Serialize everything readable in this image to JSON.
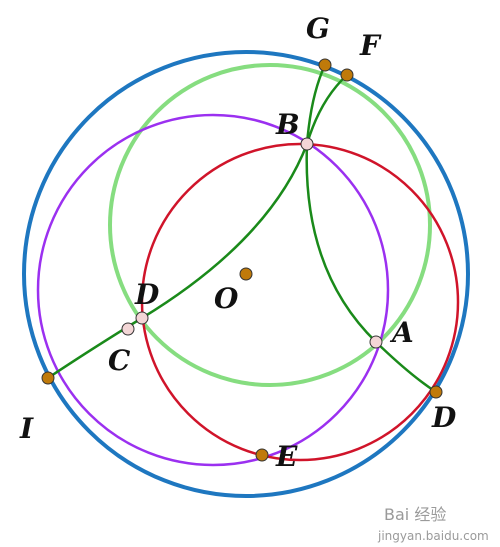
{
  "diagram": {
    "colors": {
      "outer_circle": "#1e77c0",
      "green_circle": "#86dd80",
      "purple_circle": "#9b30f0",
      "red_circle": "#d0142a",
      "arcs": "#1a8a1a",
      "orange_point": "#c07a0a",
      "pink_point": "#f3d6d6",
      "point_stroke": "#333333"
    },
    "points": {
      "G": "G",
      "F": "F",
      "B": "B",
      "O": "O",
      "D_left": "D",
      "C": "C",
      "A": "A",
      "I": "I",
      "D_right": "D",
      "E": "E"
    }
  },
  "watermark": {
    "text": "Bai 经验",
    "sub": "jingyan.baidu.com"
  }
}
